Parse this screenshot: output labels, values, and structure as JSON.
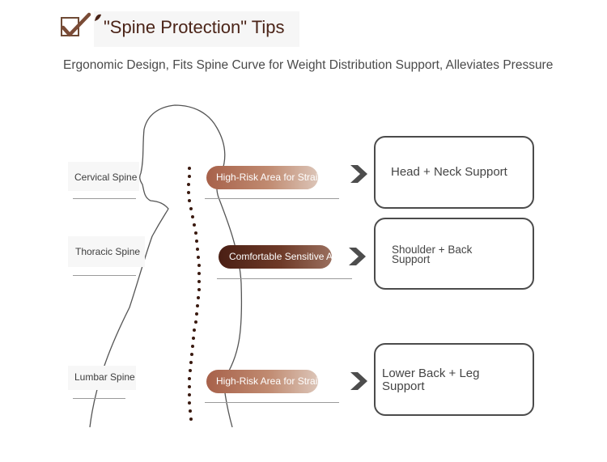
{
  "header": {
    "title": "\"Spine Protection\" Tips",
    "subtitle": "Ergonomic Design, Fits Spine Curve for Weight Distribution Support, Alleviates Pressure"
  },
  "rows": [
    {
      "spine_label": "Cervical Spine",
      "pill_text": "High-Risk Area for Strai",
      "support_text": "Head + Neck Support"
    },
    {
      "spine_label": "Thoracic Spine",
      "pill_text": "Comfortable Sensitive A",
      "support_text": "Shoulder + Back Support"
    },
    {
      "spine_label": "Lumbar Spine",
      "pill_text": "High-Risk Area for Strai",
      "support_text": "Lower Back + Leg Support"
    }
  ],
  "colors": {
    "accent_brown": "#6f4a35",
    "title_brown": "#4b2418",
    "pill_light": "#a7614a",
    "pill_dark": "#4a1f14",
    "arrow": "#4d4d4d"
  },
  "icons": {
    "check": "checkbox-check-icon",
    "arrow": "chevron-right-icon"
  }
}
